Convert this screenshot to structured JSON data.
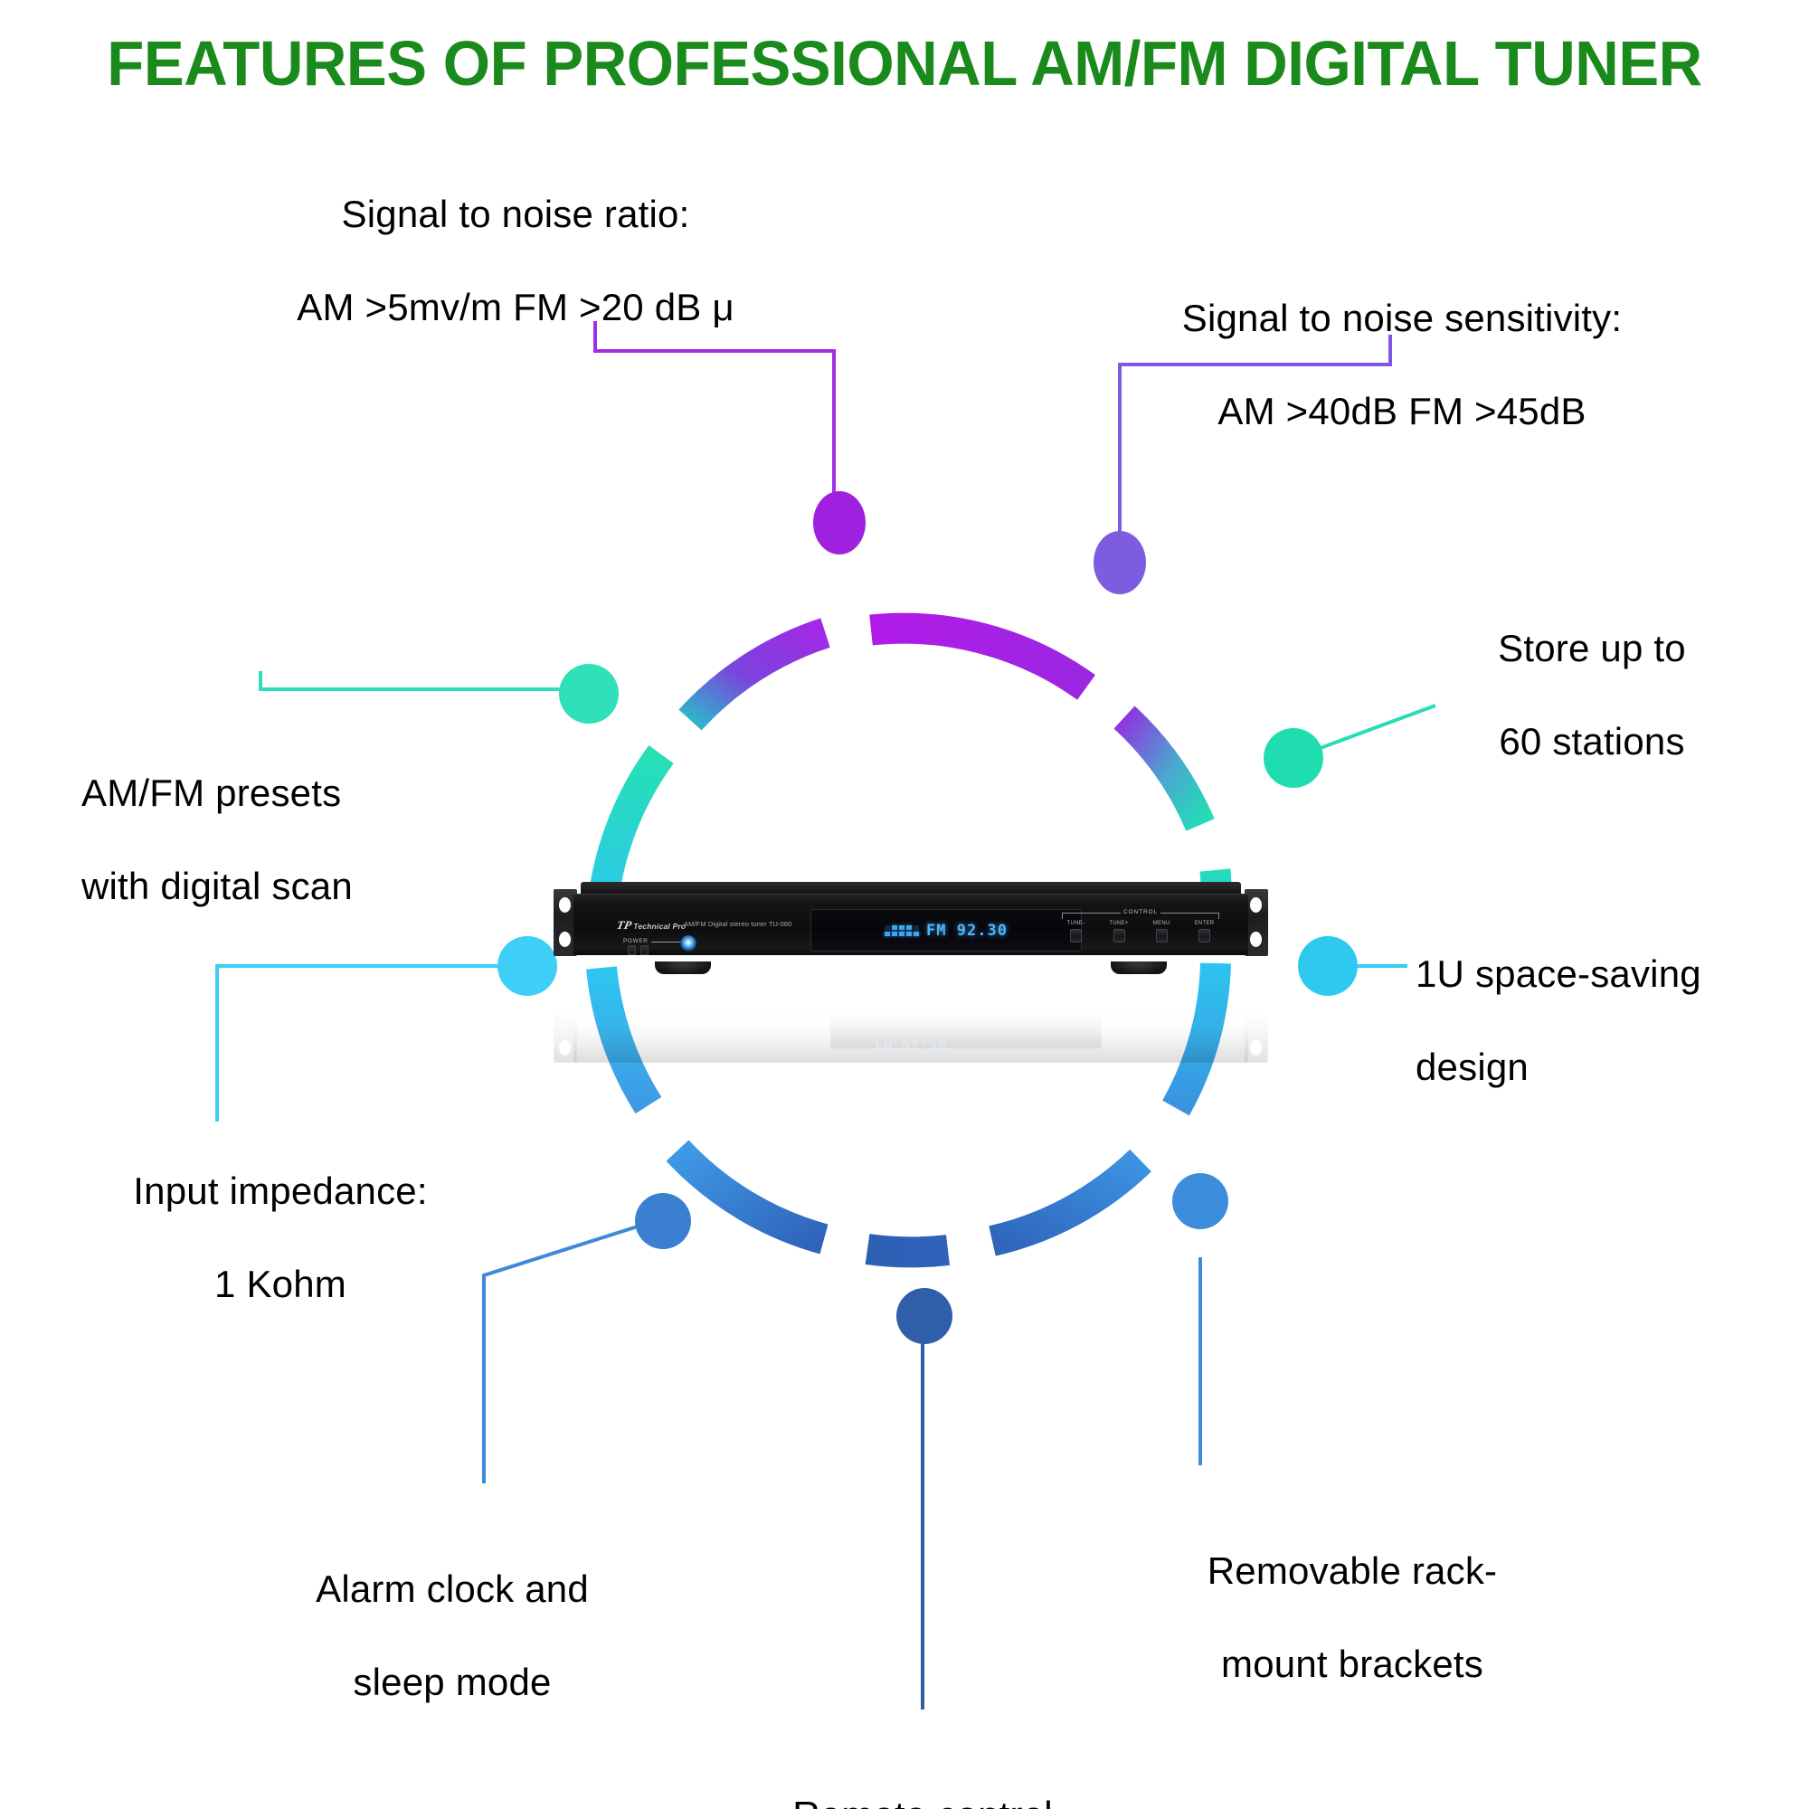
{
  "title": "FEATURES OF PROFESSIONAL AM/FM DIGITAL TUNER",
  "theme": {
    "title_color": "#1a8a1c",
    "ring_top_purple": "#8b2fe0",
    "ring_magenta": "#b11ae8",
    "ring_teal": "#28e0b4",
    "ring_cyan": "#22c9e8",
    "ring_sky": "#35a6ef",
    "ring_blue": "#2f6fc4",
    "background": "#ffffff"
  },
  "features": [
    {
      "id": "signal-to-noise-ratio",
      "line1": "Signal to noise ratio:",
      "line2": "AM >5mv/m FM >20 dB μ",
      "dot_color": "#a020e0"
    },
    {
      "id": "signal-to-noise-sensitivity",
      "line1": "Signal to noise sensitivity:",
      "line2": "AM >40dB FM >45dB",
      "dot_color": "#7d5ce0"
    },
    {
      "id": "store-stations",
      "line1": "Store up to",
      "line2": "60 stations",
      "dot_color": "#22dfb2"
    },
    {
      "id": "am-fm-presets",
      "line1": "AM/FM presets",
      "line2": "with digital scan",
      "dot_color": "#2fe0b8"
    },
    {
      "id": "space-saving-design",
      "line1": "1U space-saving",
      "line2": "design",
      "dot_color": "#2fc9f0"
    },
    {
      "id": "input-impedance",
      "line1": "Input impedance:",
      "line2": "1 Kohm",
      "dot_color": "#3dcff5"
    },
    {
      "id": "alarm-clock-sleep",
      "line1": "Alarm clock and",
      "line2": "sleep mode",
      "dot_color": "#3a7fd0"
    },
    {
      "id": "remote-control",
      "line1": "Remote control",
      "line2": "",
      "dot_color": "#2e5fa8"
    },
    {
      "id": "rack-mount-brackets",
      "line1": "Removable rack-",
      "line2": "mount brackets",
      "dot_color": "#3d8ddd"
    }
  ],
  "device": {
    "brand_mark": "TP",
    "brand_name": "Technical Pro",
    "model_text": "AM/FM Digital stereo tuner  TU-060",
    "power_label": "POWER",
    "display_frequency": "FM  92.30",
    "display_band": "FM",
    "control_title": "CONTROL",
    "control_buttons": [
      "TUNE-",
      "TUNE+",
      "MENU",
      "ENTER"
    ],
    "reflection_frequency": "FM  92.30"
  }
}
